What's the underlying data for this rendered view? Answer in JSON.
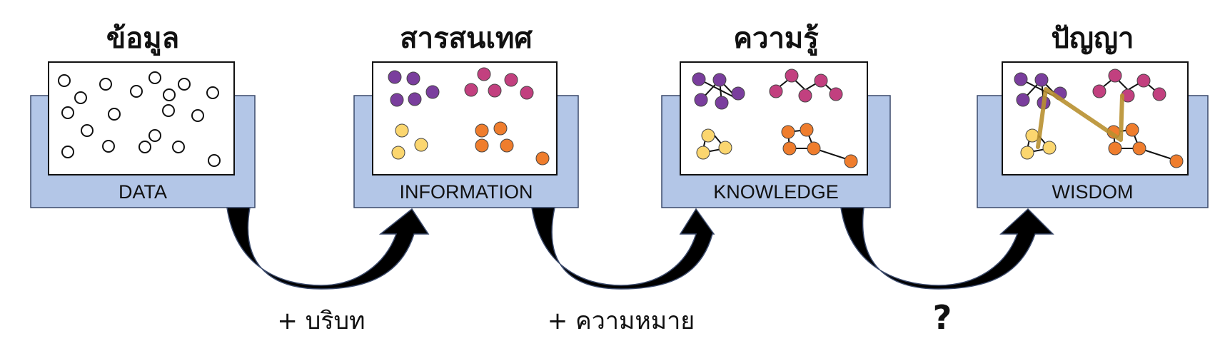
{
  "stages": [
    {
      "title": "ข้อมูล",
      "label": "DATA"
    },
    {
      "title": "สารสนเทศ",
      "label": "INFORMATION"
    },
    {
      "title": "ความรู้",
      "label": "KNOWLEDGE"
    },
    {
      "title": "ปัญญา",
      "label": "WISDOM"
    }
  ],
  "transitions": [
    {
      "label": "+ บริบท"
    },
    {
      "label": "+ ความหมาย"
    },
    {
      "label": "?"
    }
  ],
  "colors": {
    "frame_fill": "#b3c6e7",
    "frame_stroke": "#3b4a6b",
    "arrow": "#000000",
    "purple": "#7a3e9d",
    "magenta": "#c2407f",
    "yellow": "#fbd66f",
    "orange": "#ef7d2d",
    "gold_path": "#b89030"
  }
}
